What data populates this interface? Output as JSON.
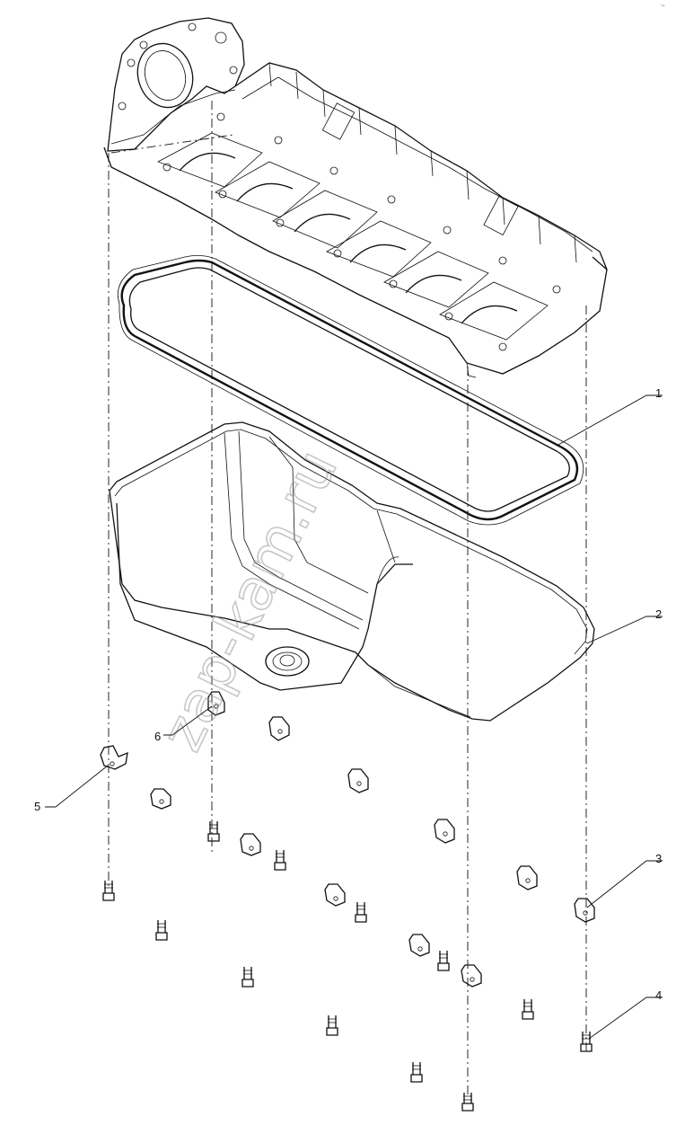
{
  "diagram": {
    "watermark": "zap-kam.ru",
    "corner_mark": "~",
    "callouts": [
      "1",
      "2",
      "3",
      "4",
      "5",
      "6"
    ]
  }
}
